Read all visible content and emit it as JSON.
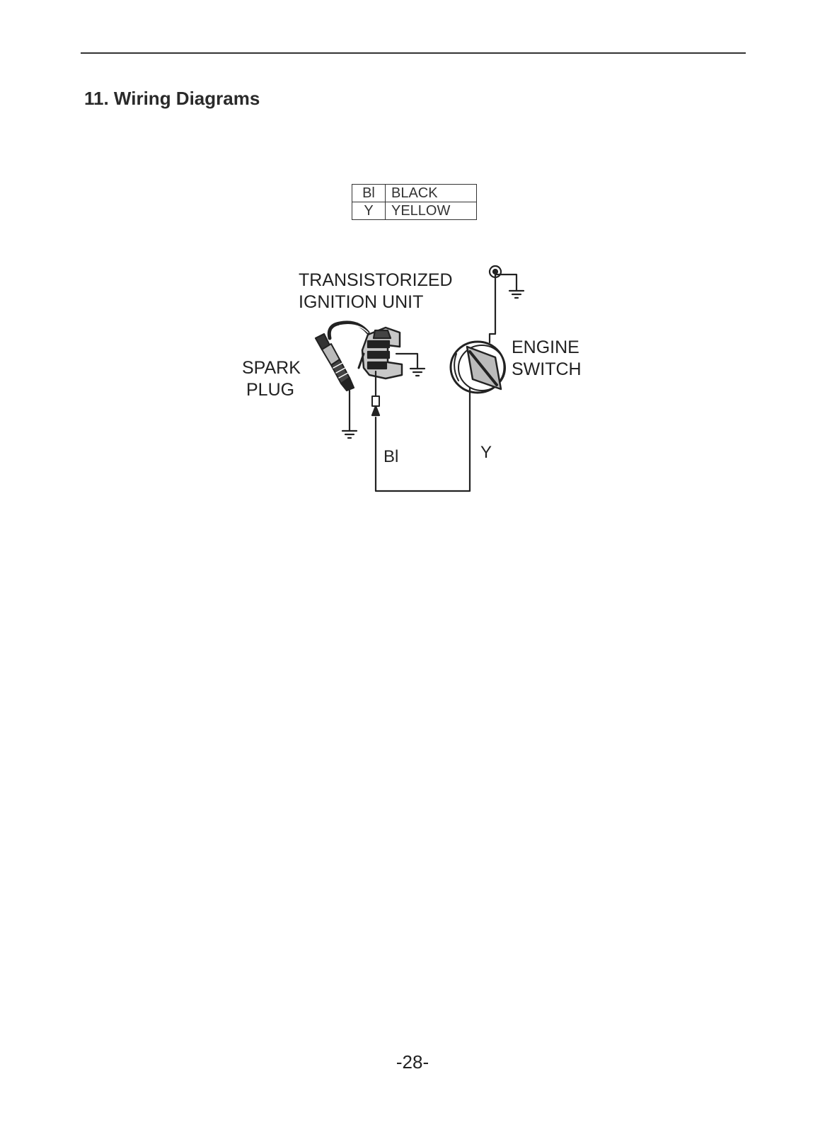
{
  "page": {
    "title": "11. Wiring Diagrams",
    "page_number": "-28-"
  },
  "legend": [
    {
      "code": "Bl",
      "name": "BLACK"
    },
    {
      "code": "Y",
      "name": "YELLOW"
    }
  ],
  "components": {
    "ignition_unit": {
      "line1": "TRANSISTORIZED",
      "line2": "IGNITION UNIT"
    },
    "spark_plug": {
      "line1": "SPARK",
      "line2": "PLUG"
    },
    "engine_switch": {
      "line1": "ENGINE",
      "line2": "SWITCH"
    }
  },
  "wires": {
    "black": "Bl",
    "yellow": "Y"
  }
}
